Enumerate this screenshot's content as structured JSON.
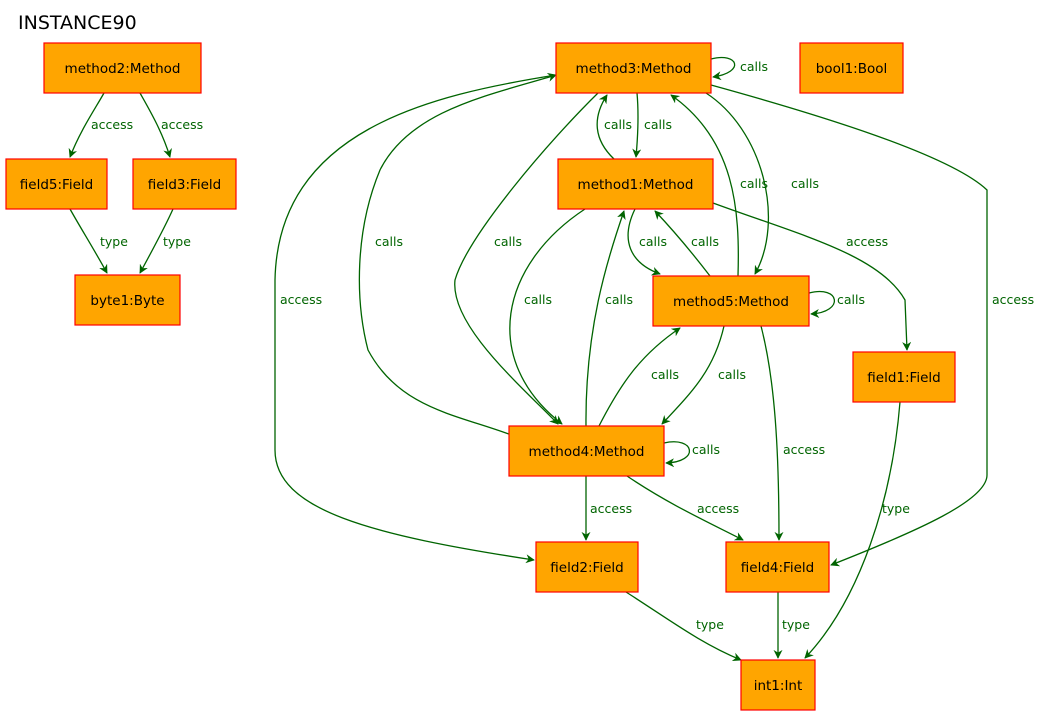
{
  "diagram": {
    "title": "INSTANCE90",
    "colors": {
      "node_fill": "#FFA500",
      "node_border": "#FF0000",
      "edge": "#006400",
      "edge_label": "#006400"
    },
    "nodes": [
      {
        "id": "method2",
        "label": "method2:Method"
      },
      {
        "id": "field5",
        "label": "field5:Field"
      },
      {
        "id": "field3",
        "label": "field3:Field"
      },
      {
        "id": "byte1",
        "label": "byte1:Byte"
      },
      {
        "id": "method3",
        "label": "method3:Method"
      },
      {
        "id": "bool1",
        "label": "bool1:Bool"
      },
      {
        "id": "method1",
        "label": "method1:Method"
      },
      {
        "id": "method5",
        "label": "method5:Method"
      },
      {
        "id": "field1",
        "label": "field1:Field"
      },
      {
        "id": "method4",
        "label": "method4:Method"
      },
      {
        "id": "field2",
        "label": "field2:Field"
      },
      {
        "id": "field4",
        "label": "field4:Field"
      },
      {
        "id": "int1",
        "label": "int1:Int"
      }
    ],
    "edges": [
      {
        "id": "e1",
        "from": "method2",
        "to": "field5",
        "label": "access"
      },
      {
        "id": "e2",
        "from": "method2",
        "to": "field3",
        "label": "access"
      },
      {
        "id": "e3",
        "from": "field5",
        "to": "byte1",
        "label": "type"
      },
      {
        "id": "e4",
        "from": "field3",
        "to": "byte1",
        "label": "type"
      },
      {
        "id": "e5",
        "from": "method3",
        "to": "method3",
        "label": "calls"
      },
      {
        "id": "e6",
        "from": "method3",
        "to": "method1",
        "label": "calls"
      },
      {
        "id": "e7",
        "from": "method1",
        "to": "method3",
        "label": "calls"
      },
      {
        "id": "e8",
        "from": "method3",
        "to": "method5",
        "label": "calls"
      },
      {
        "id": "e9",
        "from": "method5",
        "to": "method3",
        "label": "calls"
      },
      {
        "id": "e10",
        "from": "method3",
        "to": "method4",
        "label": "calls"
      },
      {
        "id": "e11",
        "from": "method4",
        "to": "method3",
        "label": "calls"
      },
      {
        "id": "e12",
        "from": "method3",
        "to": "field2",
        "label": "access"
      },
      {
        "id": "e13",
        "from": "method3",
        "to": "field4",
        "label": "access"
      },
      {
        "id": "e14",
        "from": "method1",
        "to": "method5",
        "label": "calls"
      },
      {
        "id": "e15",
        "from": "method5",
        "to": "method1",
        "label": "calls"
      },
      {
        "id": "e16",
        "from": "method1",
        "to": "method4",
        "label": "calls"
      },
      {
        "id": "e17",
        "from": "method4",
        "to": "method1",
        "label": "calls"
      },
      {
        "id": "e18",
        "from": "method1",
        "to": "field1",
        "label": "access"
      },
      {
        "id": "e19",
        "from": "method5",
        "to": "method5",
        "label": "calls"
      },
      {
        "id": "e20",
        "from": "method5",
        "to": "method4",
        "label": "calls"
      },
      {
        "id": "e21",
        "from": "method4",
        "to": "method5",
        "label": "calls"
      },
      {
        "id": "e22",
        "from": "method5",
        "to": "field4",
        "label": "access"
      },
      {
        "id": "e23",
        "from": "method4",
        "to": "method4",
        "label": "calls"
      },
      {
        "id": "e24",
        "from": "method4",
        "to": "field2",
        "label": "access"
      },
      {
        "id": "e25",
        "from": "method4",
        "to": "field4",
        "label": "access"
      },
      {
        "id": "e26",
        "from": "field1",
        "to": "int1",
        "label": "type"
      },
      {
        "id": "e27",
        "from": "field2",
        "to": "int1",
        "label": "type"
      },
      {
        "id": "e28",
        "from": "field4",
        "to": "int1",
        "label": "type"
      }
    ]
  }
}
